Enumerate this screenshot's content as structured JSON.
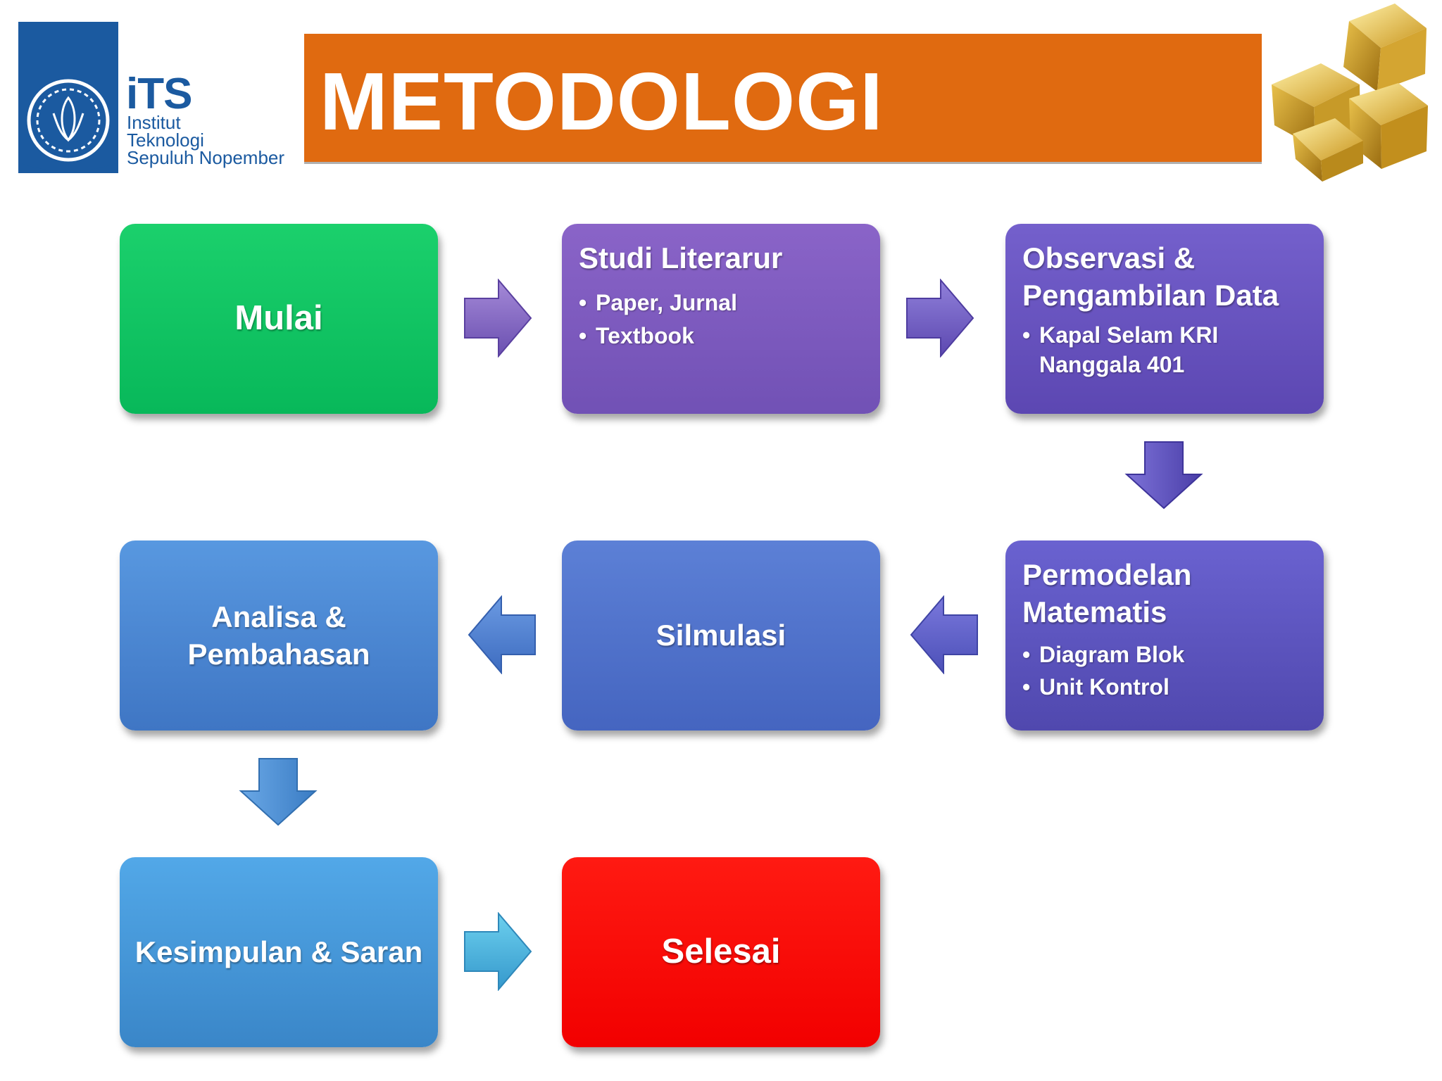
{
  "header": {
    "title": "METODOLOGI",
    "logo": {
      "abbr": "iTS",
      "line1": "Institut",
      "line2": "Teknologi",
      "line3": "Sepuluh Nopember"
    }
  },
  "flow": {
    "mulai": "Mulai",
    "studi": {
      "title": "Studi Literarur",
      "items": [
        "Paper, Jurnal",
        "Textbook"
      ]
    },
    "observasi": {
      "title_line1": "Observasi &",
      "title_line2": "Pengambilan Data",
      "items": [
        "Kapal Selam KRI Nanggala 401"
      ]
    },
    "permodelan": {
      "title_line1": "Permodelan",
      "title_line2": "Matematis",
      "items": [
        "Diagram Blok",
        "Unit Kontrol"
      ]
    },
    "simulasi": "Silmulasi",
    "analisa_line1": "Analisa &",
    "analisa_line2": "Pembahasan",
    "kesimpulan": "Kesimpulan & Saran",
    "selesai": "Selesai"
  },
  "colors": {
    "title_bar": "#e06a10",
    "mulai": "#08b85a",
    "selesai": "#f20000",
    "logo": "#1b5aa0"
  }
}
